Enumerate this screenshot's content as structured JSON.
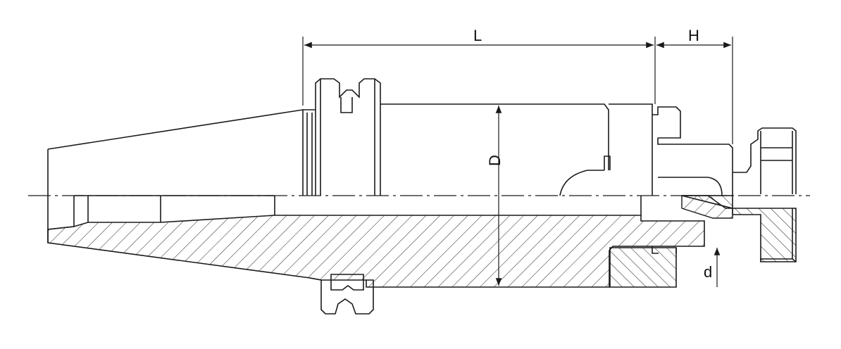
{
  "dimensions": {
    "L": "L",
    "H": "H",
    "D": "D",
    "d": "d"
  },
  "colors": {
    "line": "#1a1a1a",
    "hatch": "#333333",
    "background": "#ffffff"
  }
}
